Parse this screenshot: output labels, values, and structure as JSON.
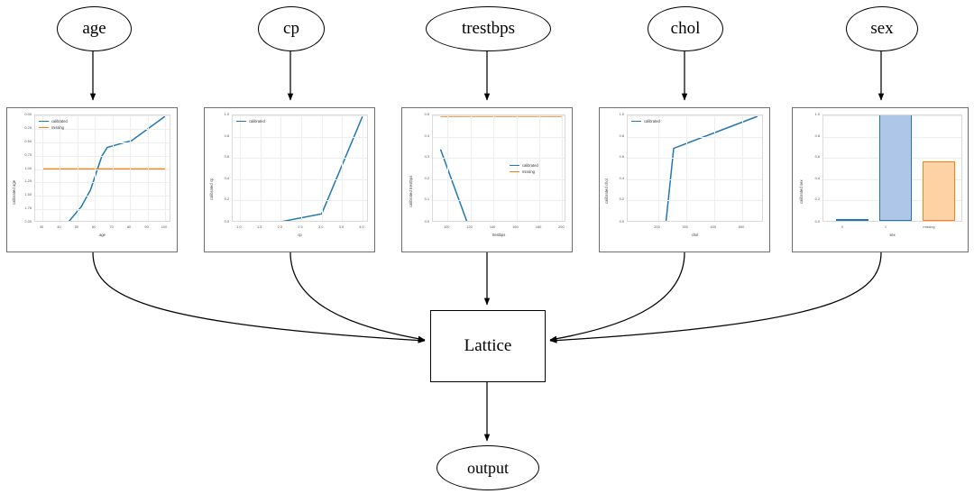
{
  "diagram": {
    "type": "model-architecture-flow",
    "input_nodes": [
      {
        "id": "age",
        "label": "age"
      },
      {
        "id": "cp",
        "label": "cp"
      },
      {
        "id": "trestbps",
        "label": "trestbps"
      },
      {
        "id": "chol",
        "label": "chol"
      },
      {
        "id": "sex",
        "label": "sex"
      }
    ],
    "center_node": {
      "id": "lattice",
      "label": "Lattice",
      "shape": "box"
    },
    "output_node": {
      "id": "output",
      "label": "output",
      "shape": "ellipse"
    },
    "edges": [
      {
        "from": "age",
        "to": "calibrator-age"
      },
      {
        "from": "cp",
        "to": "calibrator-cp"
      },
      {
        "from": "trestbps",
        "to": "calibrator-trestbps"
      },
      {
        "from": "chol",
        "to": "calibrator-chol"
      },
      {
        "from": "sex",
        "to": "calibrator-sex"
      },
      {
        "from": "calibrator-age",
        "to": "lattice"
      },
      {
        "from": "calibrator-cp",
        "to": "lattice"
      },
      {
        "from": "calibrator-trestbps",
        "to": "lattice"
      },
      {
        "from": "calibrator-chol",
        "to": "lattice"
      },
      {
        "from": "calibrator-sex",
        "to": "lattice"
      },
      {
        "from": "lattice",
        "to": "output"
      }
    ]
  },
  "colors": {
    "calibrated": "#1f77b4",
    "missing": "#ff7f0e",
    "bar_blue_fill": "#aec7e8",
    "bar_blue_edge": "#1f77b4",
    "bar_orange_fill": "#ffd2a6",
    "bar_orange_edge": "#ff7f0e",
    "grid": "#eeeeee",
    "panel_border": "#6f6f6f",
    "edge": "#000000"
  },
  "chart_data": [
    {
      "id": "calibrator-age",
      "type": "line",
      "title": "",
      "xlabel": "age",
      "ylabel": "calibrated age",
      "xlim": [
        30,
        100
      ],
      "ylim": [
        0.0,
        2.0
      ],
      "xticks": [
        30,
        40,
        50,
        60,
        70,
        80,
        90,
        100
      ],
      "yticks": [
        "0.00",
        "0.25",
        "0.50",
        "0.75",
        "1.00",
        "1.25",
        "1.50",
        "1.75",
        "2.00"
      ],
      "grid": true,
      "legend": [
        "calibrated",
        "missing"
      ],
      "legend_position": "upper left",
      "series": [
        {
          "name": "calibrated",
          "color": "#1f77b4",
          "x": [
            30,
            45,
            52,
            57,
            63,
            66,
            80,
            100
          ],
          "y": [
            0.0,
            0.0,
            0.28,
            0.6,
            0.97,
            1.13,
            1.52,
            2.0
          ]
        },
        {
          "name": "missing",
          "color": "#ff7f0e",
          "x": [
            30,
            100
          ],
          "y": [
            1.0,
            1.0
          ]
        }
      ]
    },
    {
      "id": "calibrator-cp",
      "type": "line",
      "title": "",
      "xlabel": "cp",
      "ylabel": "calibrated cp",
      "xlim": [
        1.0,
        4.0
      ],
      "ylim": [
        0.0,
        1.0
      ],
      "xticks": [
        "1.0",
        "1.5",
        "2.0",
        "2.5",
        "3.0",
        "3.5",
        "4.0"
      ],
      "yticks": [
        "0.0",
        "0.2",
        "0.4",
        "0.6",
        "0.8",
        "1.0"
      ],
      "grid": true,
      "legend": [
        "calibrated"
      ],
      "legend_position": "upper left",
      "series": [
        {
          "name": "calibrated",
          "color": "#1f77b4",
          "x": [
            1.0,
            2.0,
            3.0,
            4.0
          ],
          "y": [
            0.0,
            0.0,
            0.075,
            1.0
          ]
        }
      ]
    },
    {
      "id": "calibrator-trestbps",
      "type": "line",
      "title": "",
      "xlabel": "trestbps",
      "ylabel": "calibrated trestbps",
      "xlim": [
        94,
        200
      ],
      "ylim": [
        0.0,
        0.5
      ],
      "xticks": [
        100,
        120,
        140,
        160,
        180,
        200
      ],
      "yticks": [
        "0.0",
        "0.1",
        "0.2",
        "0.3",
        "0.4",
        "0.5"
      ],
      "grid": true,
      "legend": [
        "calibrated",
        "missing"
      ],
      "legend_position": "center right",
      "series": [
        {
          "name": "calibrated",
          "color": "#1f77b4",
          "x": [
            94,
            117,
            200
          ],
          "y": [
            0.34,
            0.0,
            0.0
          ]
        },
        {
          "name": "missing",
          "color": "#ff7f0e",
          "x": [
            94,
            200
          ],
          "y": [
            0.5,
            0.5
          ]
        }
      ]
    },
    {
      "id": "calibrator-chol",
      "type": "line",
      "title": "",
      "xlabel": "chol",
      "ylabel": "calibrated chol",
      "xlim": [
        126,
        564
      ],
      "ylim": [
        0.0,
        1.0
      ],
      "xticks": [
        200,
        300,
        400,
        500
      ],
      "yticks": [
        "0.0",
        "0.2",
        "0.4",
        "0.6",
        "0.8",
        "1.0"
      ],
      "grid": true,
      "legend": [
        "calibrated"
      ],
      "legend_position": "upper left",
      "series": [
        {
          "name": "calibrated",
          "color": "#1f77b4",
          "x": [
            126,
            238,
            265,
            564
          ],
          "y": [
            0.0,
            0.0,
            0.69,
            1.0
          ]
        }
      ]
    },
    {
      "id": "calibrator-sex",
      "type": "bar",
      "title": "",
      "xlabel": "sex",
      "ylabel": "calibrated sex",
      "categories": [
        "0",
        "1",
        "missing"
      ],
      "values": [
        0.0,
        1.0,
        0.56
      ],
      "bar_colors": [
        "#aec7e8",
        "#aec7e8",
        "#ffd2a6"
      ],
      "bar_edge_colors": [
        "#1f77b4",
        "#1f77b4",
        "#ff7f0e"
      ],
      "ylim": [
        0.0,
        1.0
      ],
      "yticks": [
        "0.0",
        "0.2",
        "0.4",
        "0.6",
        "0.8",
        "1.0"
      ],
      "grid": true,
      "legend": []
    }
  ]
}
